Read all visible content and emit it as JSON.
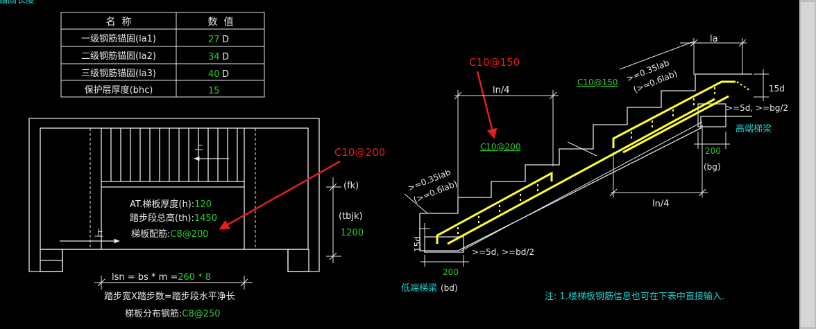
{
  "header_fragment": "锚固长度",
  "table": {
    "headers": [
      "名  称",
      "数  值"
    ],
    "rows": [
      {
        "name": "一级钢筋锚固(la1)",
        "value": "27",
        "unit": "D"
      },
      {
        "name": "二级钢筋锚固(la2)",
        "value": "34",
        "unit": "D"
      },
      {
        "name": "三级钢筋锚固(la3)",
        "value": "40",
        "unit": "D"
      },
      {
        "name": "保护层厚度(bhc)",
        "value": "15",
        "unit": ""
      }
    ]
  },
  "plan": {
    "up_marker_top": "上",
    "up_marker_bottom": "上",
    "thickness_label": "AT.梯板厚度(h):",
    "thickness_value": "120",
    "height_label": "踏步段总高(th):",
    "height_value": "1450",
    "rebar_label": "梯板配筋:",
    "rebar_value": "C8@200",
    "fk": "(fk)",
    "tbjk": "(tbjk)",
    "tbjk_value": "1200",
    "lsn_prefix": "lsn = bs * m =",
    "lsn_value": "260 * 8",
    "formula": "踏步宽X踏步数=踏步段水平净长",
    "dist_label": "梯板分布钢筋:",
    "dist_value": "C8@250"
  },
  "callouts": {
    "left": "C10@200",
    "right": "C10@150"
  },
  "section": {
    "la": "la",
    "lab_top_1": ">=0.35lab",
    "lab_top_2": "(>=0.6lab)",
    "rebar_top": "C10@150",
    "d15_top": "15d",
    "d5_top": ">=5d, >=bg/2",
    "high_beam": "高端梯梁",
    "bg_value": "200",
    "bg": "(bg)",
    "ln4_top": "ln/4",
    "ln4_bottom": "ln/4",
    "rebar_mid": "C10@200",
    "lab_left_1": ">=0.35lab",
    "lab_left_2": "(>=0.6lab)",
    "d15_left": "15d",
    "d5_bottom": ">=5d, >=bd/2",
    "bd_value": "200",
    "low_beam": "低端梯梁",
    "bd": "(bd)",
    "note": "注: 1.楼梯板钢筋信息也可在下表中直接输入."
  },
  "colors": {
    "white": "#e8e8e8",
    "green": "#2ecc2e",
    "cyan": "#22d0d0",
    "yellow": "#ffff33",
    "red": "#e21f1f"
  }
}
